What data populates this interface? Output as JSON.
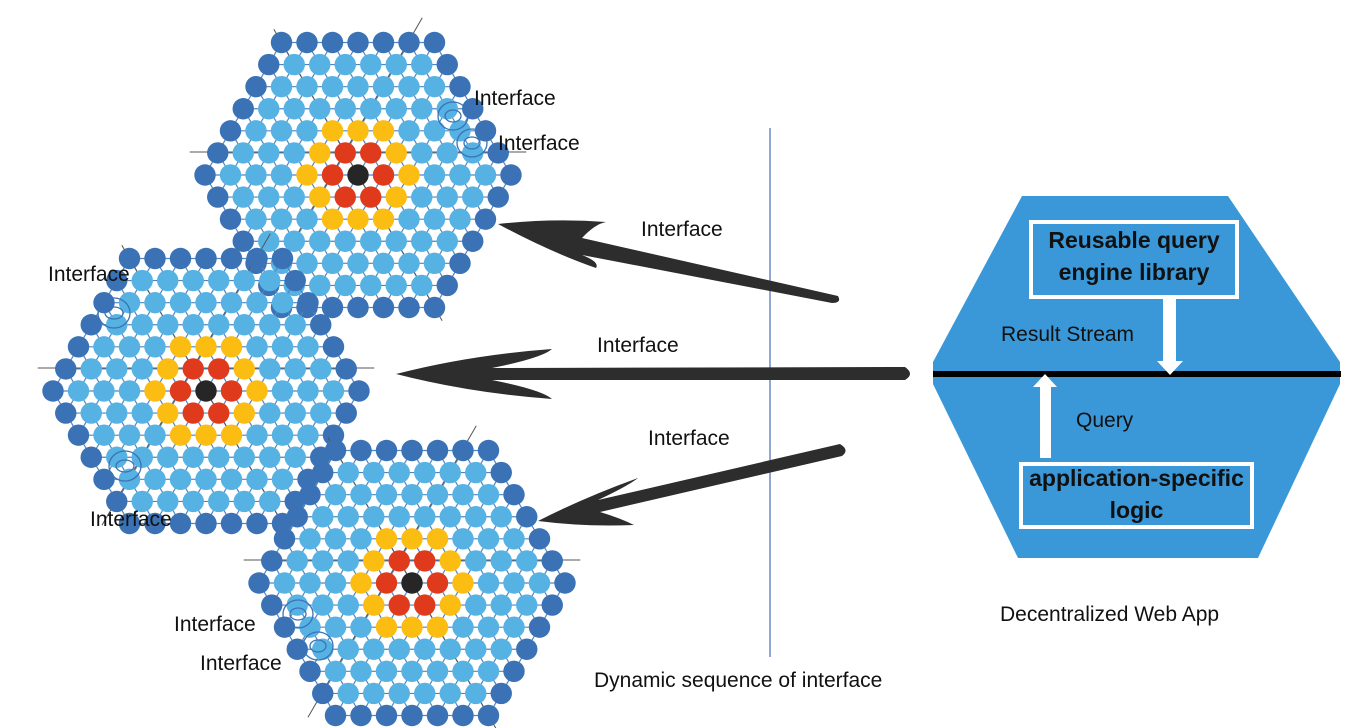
{
  "labels": {
    "iface_top_1": "Interface",
    "iface_top_2": "Interface",
    "iface_arrow_top": "Interface",
    "iface_left_1": "Interface",
    "iface_arrow_mid": "Interface",
    "iface_arrow_bottom": "Interface",
    "iface_left_2": "Interface",
    "iface_bottom_1": "Interface",
    "iface_bottom_2": "Interface",
    "dynamic_sequence": "Dynamic sequence of interface",
    "app_caption": "Decentralized Web App"
  },
  "app": {
    "library_line1": "Reusable query",
    "library_line2": "engine library",
    "result_stream": "Result Stream",
    "query": "Query",
    "logic_line1": "application-specific",
    "logic_line2": "logic"
  },
  "colors": {
    "node_dark_blue": "#3a72b5",
    "node_light_blue": "#56b2e3",
    "node_yellow": "#fbbd12",
    "node_red": "#e03a1c",
    "node_center": "#262626",
    "edge": "#4f85c4",
    "app_fill": "#3a98d9",
    "arrow": "#2d2d2d"
  },
  "legend_icon": "concentric-circle-icon"
}
